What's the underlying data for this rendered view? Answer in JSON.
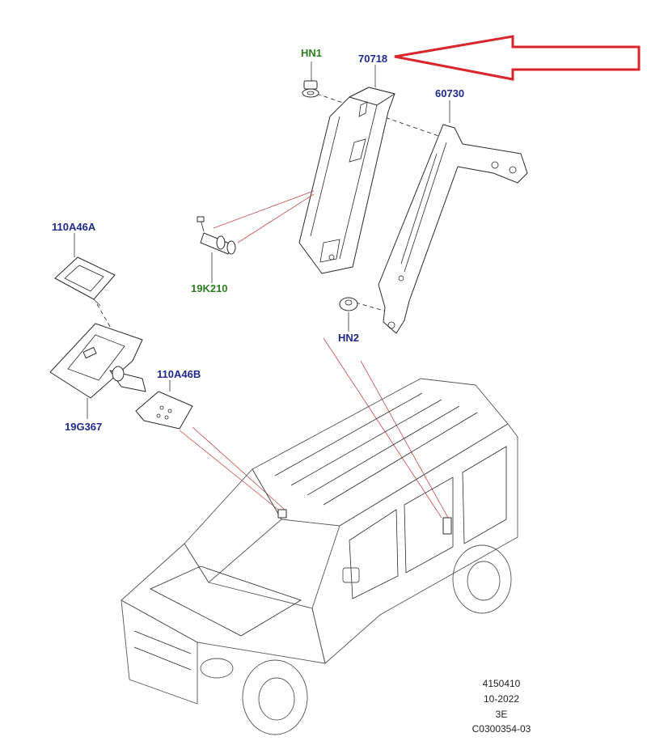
{
  "callouts": {
    "hn1": "HN1",
    "p70718": "70718",
    "p60730": "60730",
    "p110A46A": "110A46A",
    "p19K210": "19K210",
    "hn2": "HN2",
    "p110A46B": "110A46B",
    "p19G367": "19G367"
  },
  "drawing_info": {
    "line1": "4150410",
    "line2": "10-2022",
    "line3": "3E",
    "line4": "C0300354-03"
  },
  "colors": {
    "label_blue": "#1f2a8c",
    "label_green": "#2f7d22",
    "arrow_red": "#d9262b",
    "leader_red": "#c94a4a"
  }
}
